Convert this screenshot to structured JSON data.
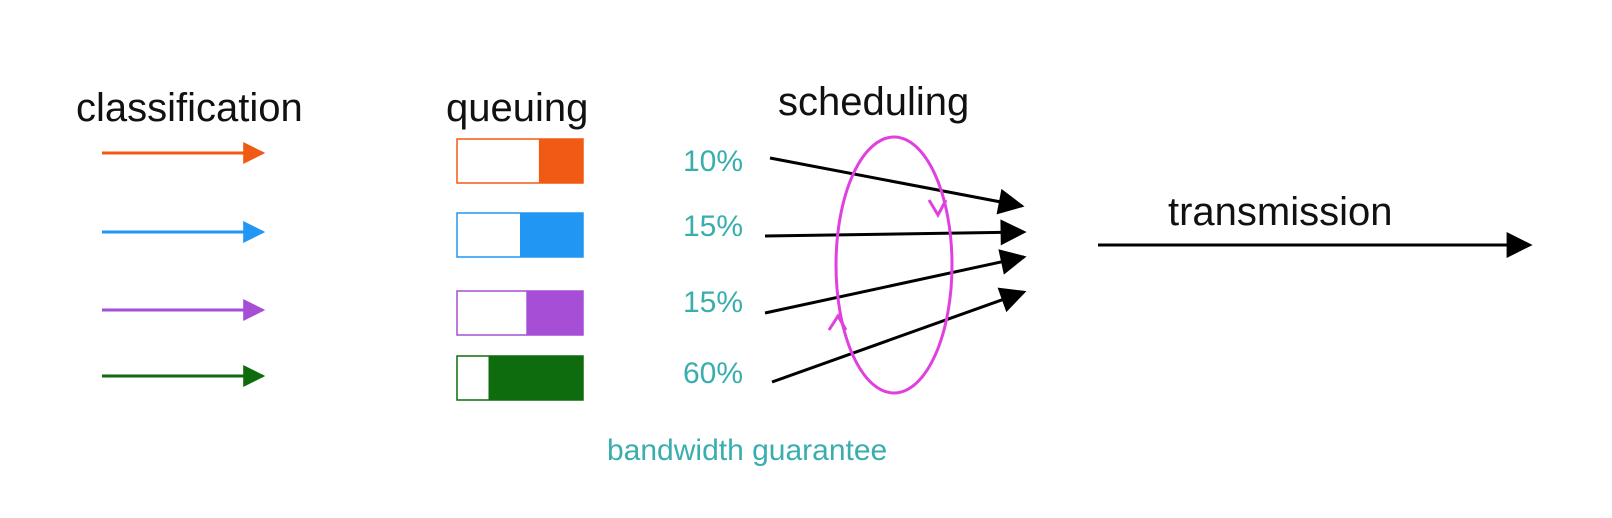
{
  "labels": {
    "classification": "classification",
    "queuing": "queuing",
    "scheduling": "scheduling",
    "transmission": "transmission",
    "bandwidth_guarantee": "bandwidth guarantee"
  },
  "colors": {
    "class1": "#f05a14",
    "class2": "#2196f3",
    "class3": "#a64fd6",
    "class4": "#0e6b0e",
    "percent_text": "#3aaeae",
    "scheduler_loop": "#e040e0",
    "arrows": "#000000",
    "heading_text": "#111111"
  },
  "traffic_classes": [
    {
      "id": "class-1",
      "color_key": "class1",
      "queue_fill": 0.35,
      "bandwidth_pct": 10,
      "bandwidth_label": "10%"
    },
    {
      "id": "class-2",
      "color_key": "class2",
      "queue_fill": 0.5,
      "bandwidth_pct": 15,
      "bandwidth_label": "15%"
    },
    {
      "id": "class-3",
      "color_key": "class3",
      "queue_fill": 0.45,
      "bandwidth_pct": 15,
      "bandwidth_label": "15%"
    },
    {
      "id": "class-4",
      "color_key": "class4",
      "queue_fill": 0.75,
      "bandwidth_pct": 60,
      "bandwidth_label": "60%"
    }
  ]
}
